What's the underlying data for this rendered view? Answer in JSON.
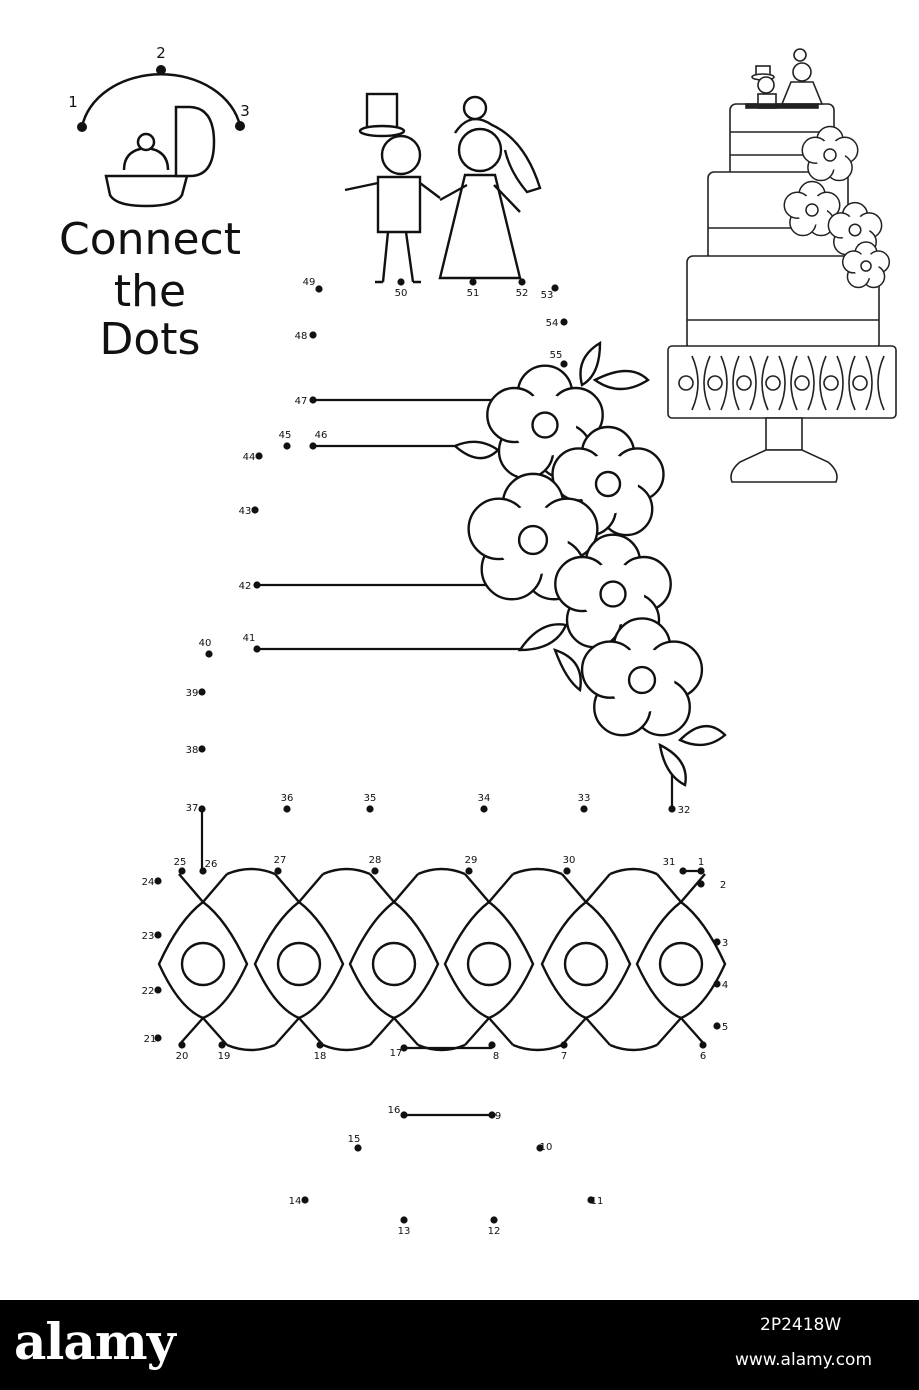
{
  "title": {
    "line1": "Connect",
    "line2": "the",
    "line3": "Dots"
  },
  "example_labels": [
    "1",
    "2",
    "3"
  ],
  "dot_labels": [
    "1",
    "2",
    "3",
    "4",
    "5",
    "6",
    "7",
    "8",
    "9",
    "10",
    "11",
    "12",
    "13",
    "14",
    "15",
    "16",
    "17",
    "18",
    "19",
    "20",
    "21",
    "22",
    "23",
    "24",
    "25",
    "26",
    "27",
    "28",
    "29",
    "30",
    "31",
    "32",
    "33",
    "34",
    "35",
    "36",
    "37",
    "38",
    "39",
    "40",
    "41",
    "42",
    "43",
    "44",
    "45",
    "46",
    "47",
    "48",
    "49",
    "50",
    "51",
    "52",
    "53",
    "54",
    "55"
  ],
  "footer": {
    "brand": "alamy",
    "image_id": "2P2418W",
    "url": "www.alamy.com"
  },
  "colors": {
    "ink": "#111111",
    "paper": "#ffffff",
    "footer_bg": "#000000"
  }
}
